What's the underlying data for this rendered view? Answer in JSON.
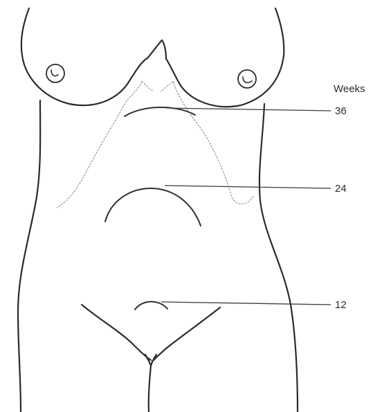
{
  "legend": {
    "title": "Weeks"
  },
  "markers": [
    {
      "label": "36"
    },
    {
      "label": "24"
    },
    {
      "label": "12"
    }
  ]
}
